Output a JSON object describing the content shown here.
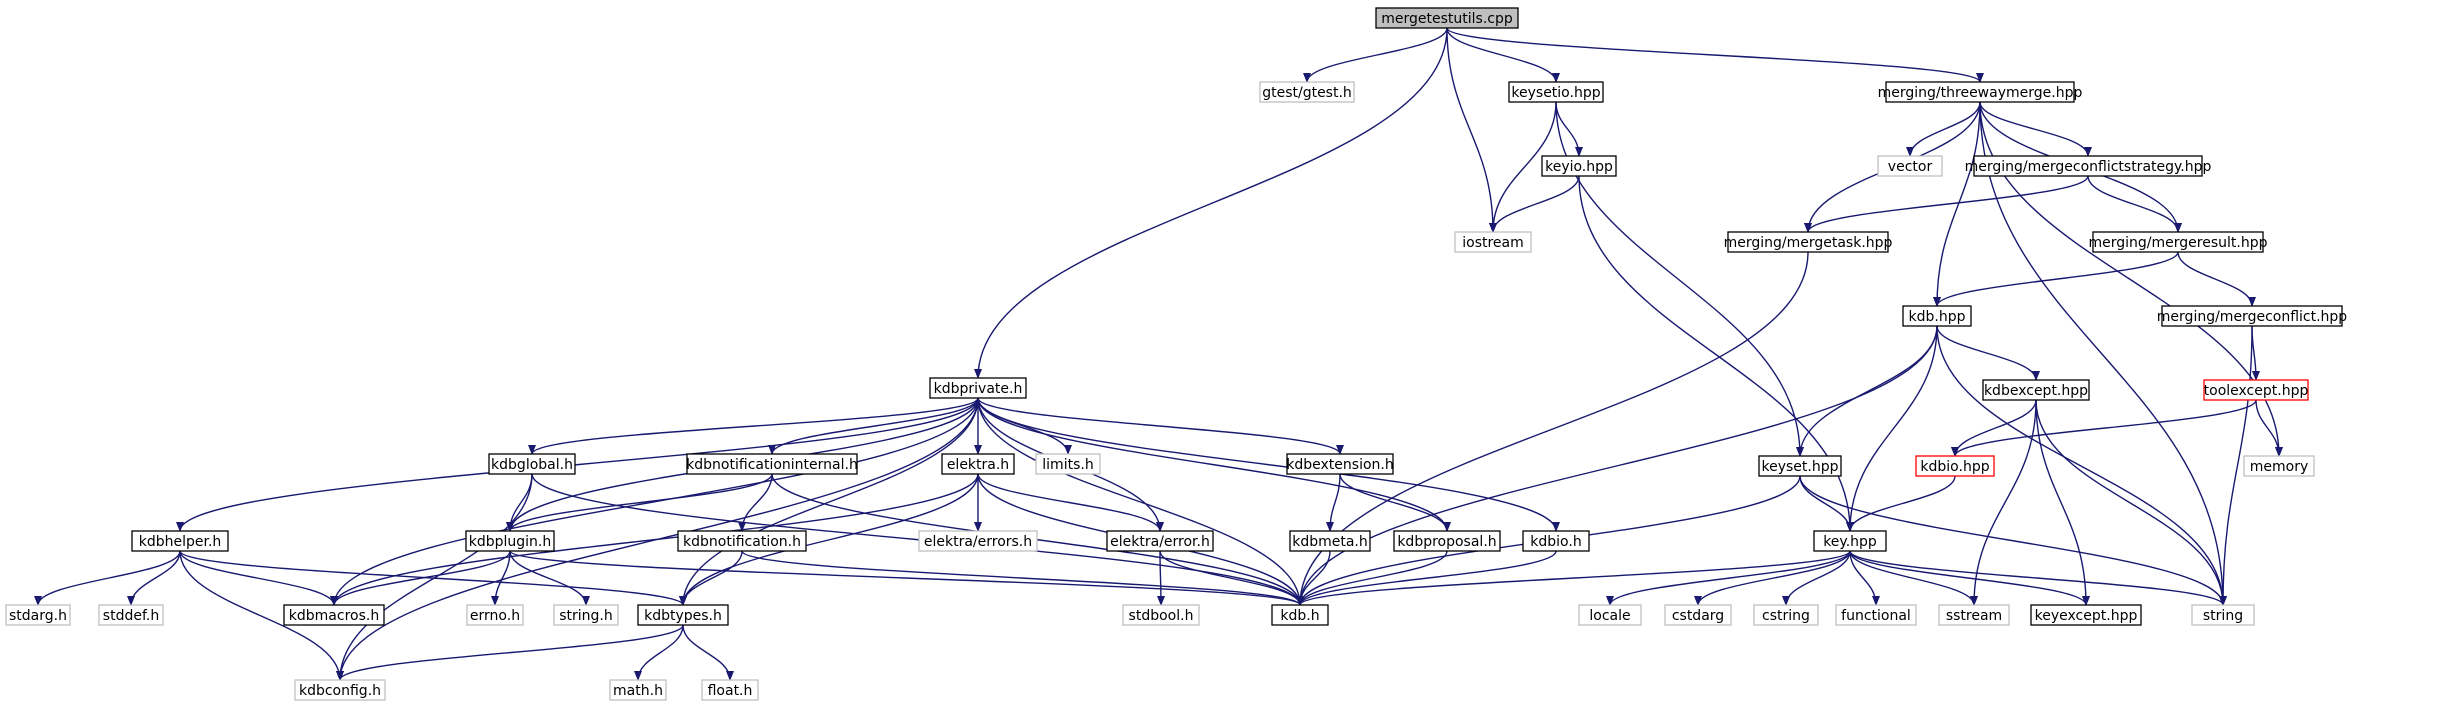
{
  "colors": {
    "edge": "#191970",
    "node_border": "#000000",
    "external_border": "#bfbfbf",
    "incomplete_border": "#ff0000",
    "root_fill": "#bfbfbf",
    "text": "#000000",
    "external_text": "#7f7f7f"
  },
  "nodes": [
    {
      "id": "mergetestutils",
      "label": "mergetestutils.cpp",
      "kind": "root"
    },
    {
      "id": "gtest",
      "label": "gtest/gtest.h",
      "kind": "external"
    },
    {
      "id": "keysetio",
      "label": "keysetio.hpp",
      "kind": "normal"
    },
    {
      "id": "iostream",
      "label": "iostream",
      "kind": "external"
    },
    {
      "id": "threewaymerge",
      "label": "merging/threewaymerge.hpp",
      "kind": "normal"
    },
    {
      "id": "keyio",
      "label": "keyio.hpp",
      "kind": "normal"
    },
    {
      "id": "vector",
      "label": "vector",
      "kind": "external"
    },
    {
      "id": "mergeconflictstrategy",
      "label": "merging/mergeconflictstrategy.hpp",
      "kind": "normal"
    },
    {
      "id": "mergetask",
      "label": "merging/mergetask.hpp",
      "kind": "normal"
    },
    {
      "id": "mergeresult",
      "label": "merging/mergeresult.hpp",
      "kind": "normal"
    },
    {
      "id": "kdbhpp",
      "label": "kdb.hpp",
      "kind": "normal"
    },
    {
      "id": "mergeconflict",
      "label": "merging/mergeconflict.hpp",
      "kind": "normal"
    },
    {
      "id": "kdbprivate",
      "label": "kdbprivate.h",
      "kind": "normal"
    },
    {
      "id": "kdbexcept",
      "label": "kdbexcept.hpp",
      "kind": "normal"
    },
    {
      "id": "toolexcept",
      "label": "toolexcept.hpp",
      "kind": "incomplete"
    },
    {
      "id": "kdbglobal",
      "label": "kdbglobal.h",
      "kind": "normal"
    },
    {
      "id": "kdbnotificationinternal",
      "label": "kdbnotificationinternal.h",
      "kind": "normal"
    },
    {
      "id": "elektra",
      "label": "elektra.h",
      "kind": "normal"
    },
    {
      "id": "limits",
      "label": "limits.h",
      "kind": "external"
    },
    {
      "id": "kdbextension",
      "label": "kdbextension.h",
      "kind": "normal"
    },
    {
      "id": "keyset",
      "label": "keyset.hpp",
      "kind": "normal"
    },
    {
      "id": "kdbio_hpp",
      "label": "kdbio.hpp",
      "kind": "incomplete"
    },
    {
      "id": "memory",
      "label": "memory",
      "kind": "external"
    },
    {
      "id": "kdbhelper",
      "label": "kdbhelper.h",
      "kind": "normal"
    },
    {
      "id": "kdbplugin",
      "label": "kdbplugin.h",
      "kind": "normal"
    },
    {
      "id": "kdbnotification",
      "label": "kdbnotification.h",
      "kind": "normal"
    },
    {
      "id": "elektraerrors",
      "label": "elektra/errors.h",
      "kind": "external"
    },
    {
      "id": "elektraerror",
      "label": "elektra/error.h",
      "kind": "normal"
    },
    {
      "id": "kdbmeta",
      "label": "kdbmeta.h",
      "kind": "normal"
    },
    {
      "id": "kdbproposal",
      "label": "kdbproposal.h",
      "kind": "normal"
    },
    {
      "id": "kdbio_h",
      "label": "kdbio.h",
      "kind": "normal"
    },
    {
      "id": "keyhpp",
      "label": "key.hpp",
      "kind": "normal"
    },
    {
      "id": "stdarg",
      "label": "stdarg.h",
      "kind": "external"
    },
    {
      "id": "stddef",
      "label": "stddef.h",
      "kind": "external"
    },
    {
      "id": "kdbmacros",
      "label": "kdbmacros.h",
      "kind": "normal"
    },
    {
      "id": "errno",
      "label": "errno.h",
      "kind": "external"
    },
    {
      "id": "stringh",
      "label": "string.h",
      "kind": "external"
    },
    {
      "id": "kdbtypes",
      "label": "kdbtypes.h",
      "kind": "normal"
    },
    {
      "id": "stdbool",
      "label": "stdbool.h",
      "kind": "external"
    },
    {
      "id": "kdbh",
      "label": "kdb.h",
      "kind": "normal"
    },
    {
      "id": "locale",
      "label": "locale",
      "kind": "external"
    },
    {
      "id": "cstdarg",
      "label": "cstdarg",
      "kind": "external"
    },
    {
      "id": "cstring",
      "label": "cstring",
      "kind": "external"
    },
    {
      "id": "functional",
      "label": "functional",
      "kind": "external"
    },
    {
      "id": "sstream",
      "label": "sstream",
      "kind": "external"
    },
    {
      "id": "keyexcept",
      "label": "keyexcept.hpp",
      "kind": "normal"
    },
    {
      "id": "string",
      "label": "string",
      "kind": "external"
    },
    {
      "id": "kdbconfig",
      "label": "kdbconfig.h",
      "kind": "external"
    },
    {
      "id": "mathh",
      "label": "math.h",
      "kind": "external"
    },
    {
      "id": "floath",
      "label": "float.h",
      "kind": "external"
    }
  ],
  "edges": [
    [
      "mergetestutils",
      "gtest"
    ],
    [
      "mergetestutils",
      "keysetio"
    ],
    [
      "mergetestutils",
      "iostream"
    ],
    [
      "mergetestutils",
      "threewaymerge"
    ],
    [
      "mergetestutils",
      "kdbprivate"
    ],
    [
      "keysetio",
      "keyio"
    ],
    [
      "keysetio",
      "iostream"
    ],
    [
      "keysetio",
      "keyset"
    ],
    [
      "keyio",
      "iostream"
    ],
    [
      "keyio",
      "keyhpp"
    ],
    [
      "threewaymerge",
      "mergetask"
    ],
    [
      "threewaymerge",
      "vector"
    ],
    [
      "threewaymerge",
      "mergeconflictstrategy"
    ],
    [
      "threewaymerge",
      "mergeresult"
    ],
    [
      "threewaymerge",
      "kdbhpp"
    ],
    [
      "threewaymerge",
      "memory"
    ],
    [
      "threewaymerge",
      "string"
    ],
    [
      "mergeconflictstrategy",
      "mergetask"
    ],
    [
      "mergeconflictstrategy",
      "mergeresult"
    ],
    [
      "mergetask",
      "kdbh"
    ],
    [
      "mergeresult",
      "kdbhpp"
    ],
    [
      "mergeresult",
      "mergeconflict"
    ],
    [
      "mergeconflict",
      "toolexcept"
    ],
    [
      "mergeconflict",
      "string"
    ],
    [
      "toolexcept",
      "kdbio_hpp"
    ],
    [
      "toolexcept",
      "memory"
    ],
    [
      "kdbhpp",
      "kdbexcept"
    ],
    [
      "kdbhpp",
      "keyset"
    ],
    [
      "kdbhpp",
      "keyhpp"
    ],
    [
      "kdbhpp",
      "kdbh"
    ],
    [
      "kdbhpp",
      "string"
    ],
    [
      "kdbexcept",
      "kdbio_hpp"
    ],
    [
      "kdbexcept",
      "sstream"
    ],
    [
      "kdbexcept",
      "keyexcept"
    ],
    [
      "kdbexcept",
      "string"
    ],
    [
      "kdbio_hpp",
      "keyhpp"
    ],
    [
      "keyset",
      "keyhpp"
    ],
    [
      "keyset",
      "kdbh"
    ],
    [
      "keyset",
      "string"
    ],
    [
      "keyhpp",
      "locale"
    ],
    [
      "keyhpp",
      "cstdarg"
    ],
    [
      "keyhpp",
      "cstring"
    ],
    [
      "keyhpp",
      "functional"
    ],
    [
      "keyhpp",
      "sstream"
    ],
    [
      "keyhpp",
      "keyexcept"
    ],
    [
      "keyhpp",
      "string"
    ],
    [
      "keyhpp",
      "kdbh"
    ],
    [
      "kdbprivate",
      "kdbhelper"
    ],
    [
      "kdbprivate",
      "kdbglobal"
    ],
    [
      "kdbprivate",
      "kdbnotificationinternal"
    ],
    [
      "kdbprivate",
      "elektra"
    ],
    [
      "kdbprivate",
      "limits"
    ],
    [
      "kdbprivate",
      "kdbextension"
    ],
    [
      "kdbprivate",
      "kdbproposal"
    ],
    [
      "kdbprivate",
      "kdbio_h"
    ],
    [
      "kdbprivate",
      "kdbplugin"
    ],
    [
      "kdbprivate",
      "kdbmacros"
    ],
    [
      "kdbprivate",
      "kdbtypes"
    ],
    [
      "kdbprivate",
      "kdbconfig"
    ],
    [
      "kdbprivate",
      "elektraerror"
    ],
    [
      "kdbprivate",
      "kdbh"
    ],
    [
      "kdbglobal",
      "kdbplugin"
    ],
    [
      "kdbglobal",
      "kdbh"
    ],
    [
      "kdbglobal",
      "kdbconfig"
    ],
    [
      "kdbnotificationinternal",
      "kdbnotification"
    ],
    [
      "kdbnotificationinternal",
      "kdbplugin"
    ],
    [
      "kdbnotificationinternal",
      "kdbh"
    ],
    [
      "kdbnotification",
      "kdbtypes"
    ],
    [
      "kdbnotification",
      "kdbh"
    ],
    [
      "elektra",
      "elektraerrors"
    ],
    [
      "elektra",
      "elektraerror"
    ],
    [
      "elektra",
      "kdbtypes"
    ],
    [
      "elektra",
      "kdbh"
    ],
    [
      "elektra",
      "kdbmacros"
    ],
    [
      "elektraerror",
      "stdbool"
    ],
    [
      "elektraerror",
      "kdbh"
    ],
    [
      "kdbextension",
      "kdbmeta"
    ],
    [
      "kdbextension",
      "kdbproposal"
    ],
    [
      "kdbmeta",
      "kdbh"
    ],
    [
      "kdbproposal",
      "kdbh"
    ],
    [
      "kdbio_h",
      "kdbh"
    ],
    [
      "kdbhelper",
      "stdarg"
    ],
    [
      "kdbhelper",
      "stddef"
    ],
    [
      "kdbhelper",
      "kdbmacros"
    ],
    [
      "kdbhelper",
      "kdbtypes"
    ],
    [
      "kdbhelper",
      "kdbconfig"
    ],
    [
      "kdbplugin",
      "errno"
    ],
    [
      "kdbplugin",
      "stringh"
    ],
    [
      "kdbplugin",
      "kdbmacros"
    ],
    [
      "kdbplugin",
      "kdbh"
    ],
    [
      "kdbtypes",
      "kdbconfig"
    ],
    [
      "kdbtypes",
      "mathh"
    ],
    [
      "kdbtypes",
      "floath"
    ]
  ]
}
